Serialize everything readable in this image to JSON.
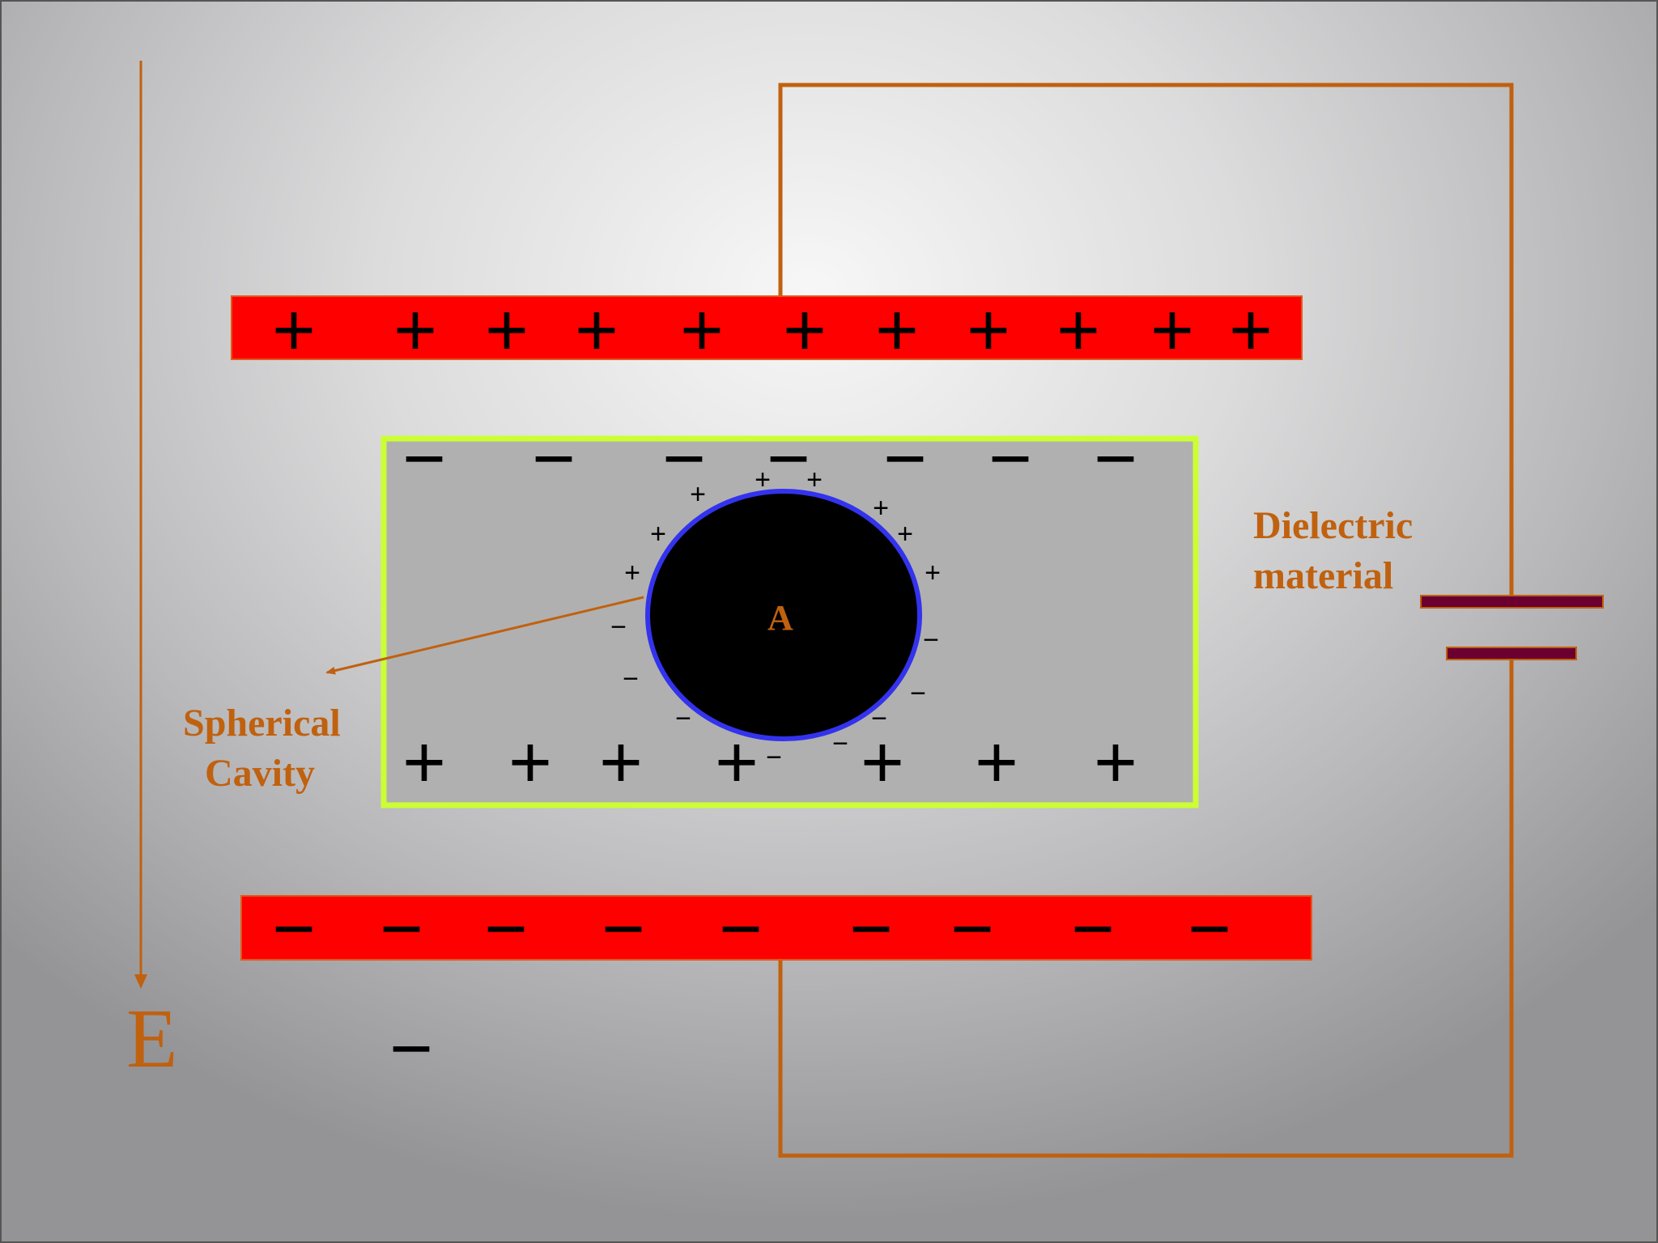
{
  "labels": {
    "field": "E",
    "dielectric_line1": "Dielectric",
    "dielectric_line2": "material",
    "cavity_line1": "Spherical",
    "cavity_line2": "Cavity",
    "cavity_point": "A"
  },
  "signs": {
    "plus": "+",
    "minus": "−"
  },
  "colors": {
    "plate": "#ff0000",
    "wire": "#c0610f",
    "dielectric_border": "#ccff33",
    "dielectric_fill": "#b1b0b0",
    "cavity_fill": "#000000",
    "cavity_border": "#3333ee",
    "battery": "#6b0030",
    "label": "#c0610f",
    "sign": "#000000"
  }
}
